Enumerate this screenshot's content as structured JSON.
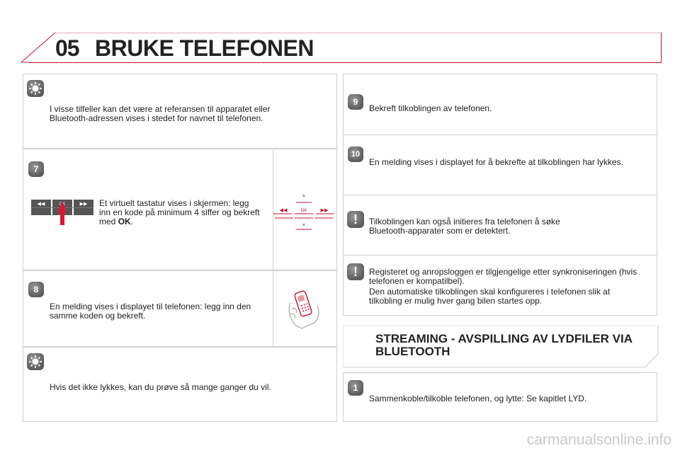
{
  "header": {
    "chapter": "05",
    "title": "BRUKE TELEFONEN"
  },
  "left": {
    "tip1": "I visse tilfeller kan det være at referansen til apparatet eller Bluetooth-adressen vises i stedet for navnet til telefonen.",
    "step7": {
      "badge": "7",
      "text_before": "Et virtuelt tastatur vises i skjermen: legg inn en kode på minimum 4 siffer og bekreft med ",
      "bold": "OK",
      "text_after": ".",
      "key_label": "OK"
    },
    "step8": {
      "badge": "8",
      "text": "En melding vises i displayet til telefonen: legg inn den samme koden og bekreft."
    },
    "tip2": "Hvis det ikke lykkes, kan du prøve så mange ganger du vil."
  },
  "right": {
    "step9": {
      "badge": "9",
      "text": "Bekreft tilkoblingen av telefonen."
    },
    "step10": {
      "badge": "10",
      "text": "En melding vises i displayet for å bekrefte at tilkoblingen har lykkes."
    },
    "warn1": {
      "badge": "!",
      "text": "Tilkoblingen kan også initieres fra telefonen å søke Bluetooth-apparater som er detektert."
    },
    "warn2": {
      "badge": "!",
      "text1": "Registeret og anropsloggen er tilgjengelige etter synkroniseringen (hvis telefonen er kompatilbel).",
      "text2": "Den automatiske tilkoblingen skal konfigureres i telefonen slik at tilkobling er mulig hver gang bilen startes opp."
    },
    "streaming": {
      "title": "STREAMING - AVSPILLING AV LYDFILER VIA BLUETOOTH"
    },
    "step1": {
      "badge": "1",
      "text": "Sammenkoble/tilkoble telefonen, og lytte: Se kapitlet LYD."
    }
  },
  "watermark": "carmanualsonline.info",
  "colors": {
    "accent": "#c8102e",
    "badge": "#6b6b6b"
  }
}
